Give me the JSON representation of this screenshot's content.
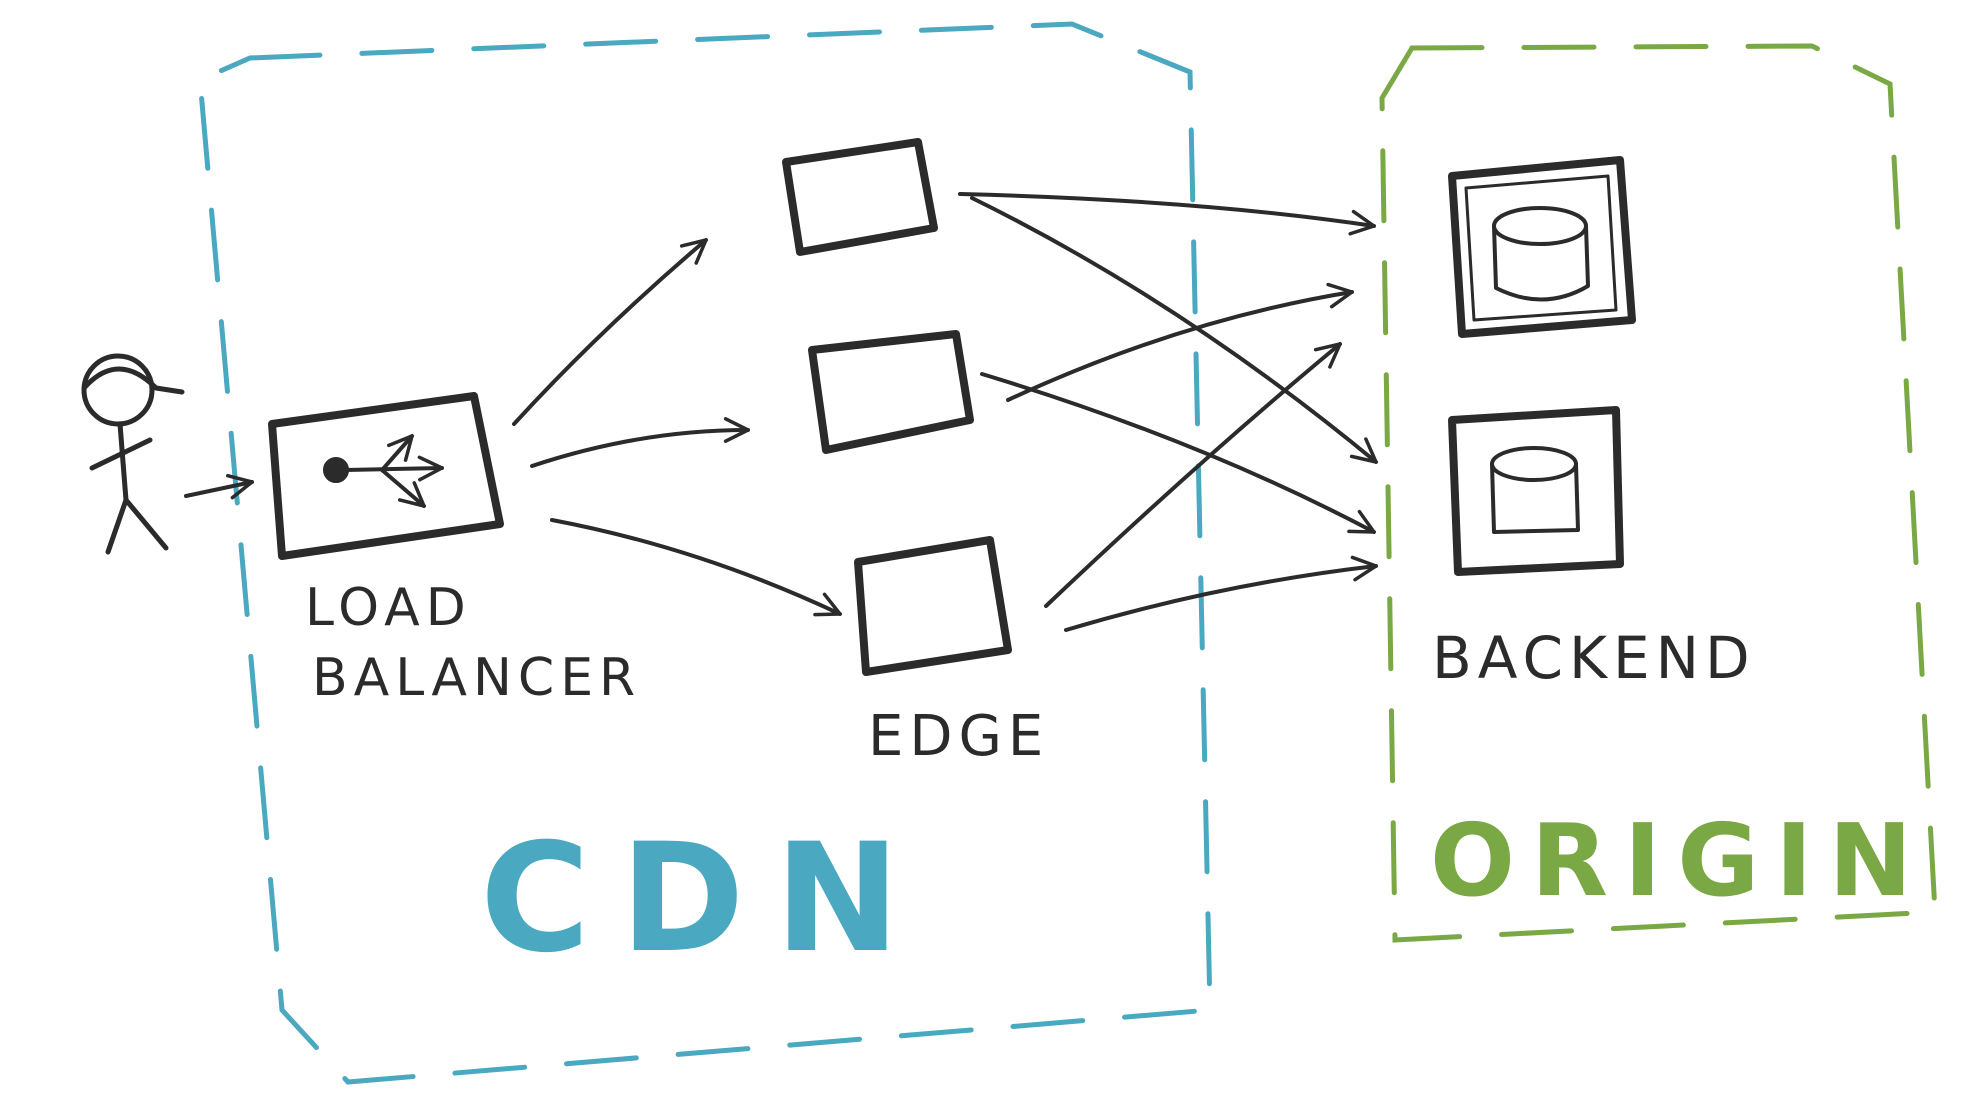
{
  "colors": {
    "cdn": "#4aa8c0",
    "origin": "#7aa844",
    "ink": "#2b2b2b"
  },
  "regions": {
    "cdn": {
      "label": "CDN"
    },
    "origin": {
      "label": "ORIGIN"
    }
  },
  "nodes": {
    "user": {
      "icon": "stick-figure-user-icon"
    },
    "load_balancer": {
      "label_line1": "LOAD",
      "label_line2": "BALANCER",
      "icon": "load-balancer-icon"
    },
    "edge": {
      "label": "EDGE",
      "count": 3
    },
    "backend": {
      "label": "BACKEND",
      "count": 2,
      "icon": "database-icon"
    }
  }
}
